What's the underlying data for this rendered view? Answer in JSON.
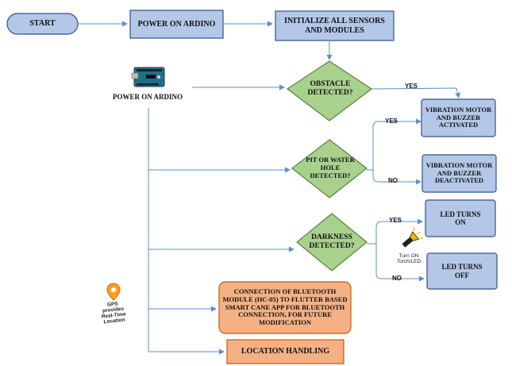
{
  "colors": {
    "process_fill": "#b4c7e7",
    "process_stroke": "#2f528f",
    "decision_fill": "#a9d18e",
    "decision_stroke": "#548235",
    "output_fill": "#f4b183",
    "output_stroke": "#c55a11",
    "connector": "#5b8fc9"
  },
  "nodes": {
    "start": "START",
    "power_on_top": "POWER ON ARDINO",
    "init": "INITIALIZE ALL SENSORS AND MODULES",
    "power_on_board": "POWER ON ARDINO",
    "obstacle": "OBSTACLE DETECTED?",
    "pit": "PIT OR WATER HOLE DETECTED?",
    "darkness": "DARKNESS DETECTED?",
    "vib_on": "VIBRATION MOTOR AND BUZZER ACTIVATED",
    "vib_off": "VIBRATION MOTOR AND BUZZER DEACTIVATED",
    "led_on": "LED TURNS ON",
    "led_off": "LED TURNS OFF",
    "bluetooth": "CONNECTION OF BLUETOOTH MODULE (HC-05) TO FLUTTER BASED SMART CANE APP FOR BLUETOOTH CONNECTION, FOR FUTURE MODIFICATION",
    "location": "LOCATION HANDLING"
  },
  "labels": {
    "yes": "YES",
    "no": "NO",
    "torch": "Turn ON Torch/LED",
    "gps": "GPS provides Real-Time Location"
  },
  "icons": [
    "arduino-board-icon",
    "flashlight-icon",
    "gps-pin-icon"
  ]
}
